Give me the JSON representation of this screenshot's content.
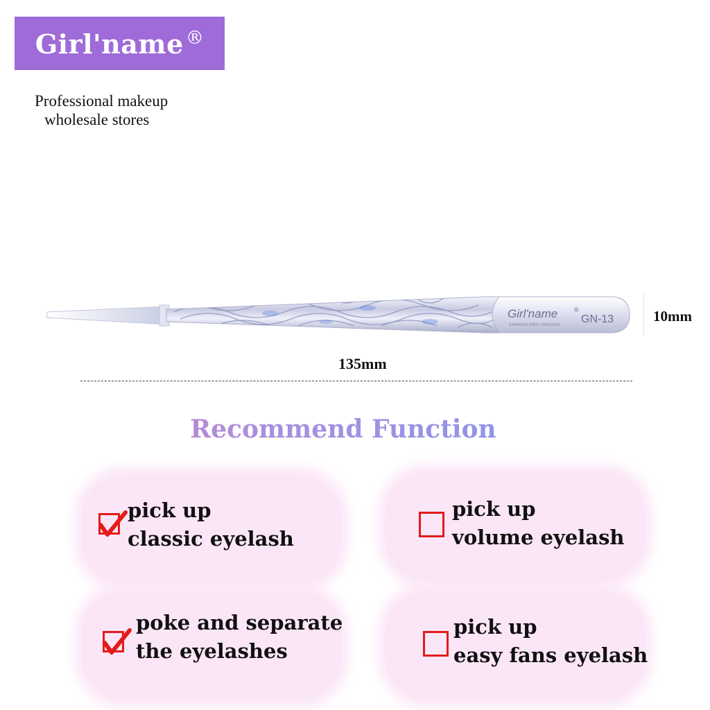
{
  "brand": {
    "name": "Girl'name",
    "registered_mark": "®",
    "box_color": "#9e6bd8",
    "tagline_line1": "Professional makeup",
    "tagline_line2": "wholesale stores"
  },
  "product": {
    "brand_engraving": "Girl'name",
    "engraving_sub": "STAINLESS STEEL TWEEZERS",
    "model": "GN-13",
    "width_label": "10mm",
    "length_label": "135mm"
  },
  "section": {
    "title": "Recommend Function"
  },
  "functions": [
    {
      "line1": "pick up",
      "line2": "classic eyelash",
      "checked": true
    },
    {
      "line1": "pick up",
      "line2": "volume eyelash",
      "checked": false
    },
    {
      "line1": "poke and separate",
      "line2": "the eyelashes",
      "checked": true
    },
    {
      "line1": "pick up",
      "line2": "easy fans eyelash",
      "checked": false
    }
  ],
  "colors": {
    "card_bg": "#fbe6f7",
    "checkbox_red": "#e41b1b"
  }
}
